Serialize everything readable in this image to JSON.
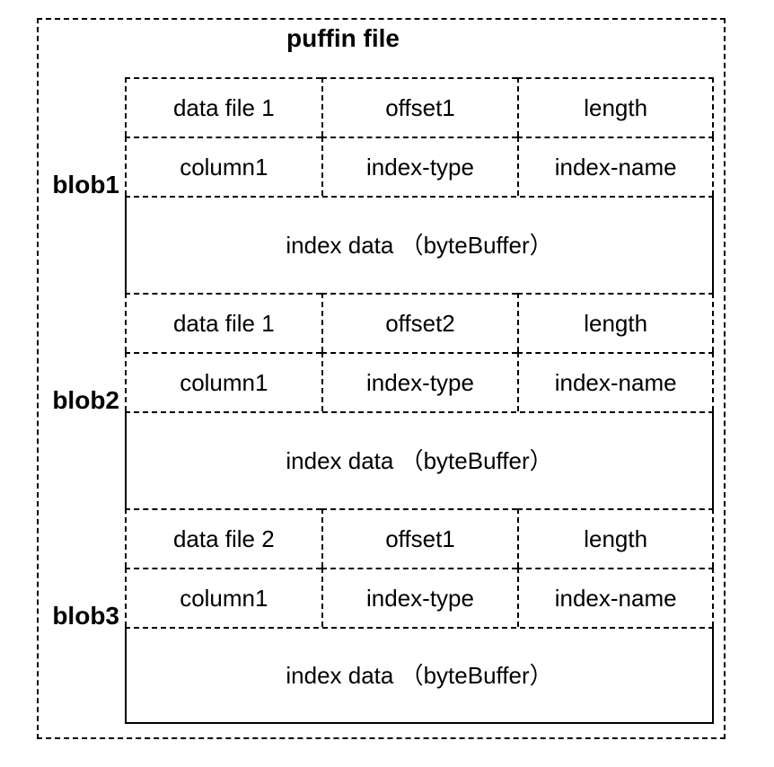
{
  "title": "puffin file",
  "colors": {
    "background": "#ffffff",
    "line": "#000000",
    "text": "#000000"
  },
  "blobs": [
    {
      "label": "blob1",
      "cells": [
        [
          "data file 1",
          "offset1",
          "length"
        ],
        [
          "column1",
          "index-type",
          "index-name"
        ]
      ],
      "index_data": "index data （byteBuffer）"
    },
    {
      "label": "blob2",
      "cells": [
        [
          "data file 1",
          "offset2",
          "length"
        ],
        [
          "column1",
          "index-type",
          "index-name"
        ]
      ],
      "index_data": "index data （byteBuffer）"
    },
    {
      "label": "blob3",
      "cells": [
        [
          "data file 2",
          "offset1",
          "length"
        ],
        [
          "column1",
          "index-type",
          "index-name"
        ]
      ],
      "index_data": "index data （byteBuffer）"
    }
  ]
}
